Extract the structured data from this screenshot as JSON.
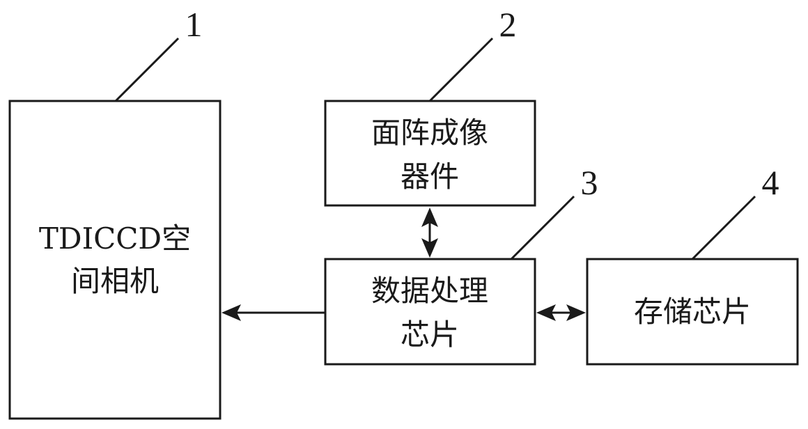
{
  "blocks": {
    "camera": {
      "number": "1",
      "lines": [
        "TDICCD空",
        "间相机"
      ]
    },
    "area_imager": {
      "number": "2",
      "lines": [
        "面阵成像",
        "器件"
      ]
    },
    "processor": {
      "number": "3",
      "lines": [
        "数据处理",
        "芯片"
      ]
    },
    "storage": {
      "number": "4",
      "lines": [
        "存储芯片"
      ]
    }
  },
  "connections": [
    {
      "from": "processor",
      "to": "camera",
      "direction": "one-way"
    },
    {
      "from": "area_imager",
      "to": "processor",
      "direction": "two-way"
    },
    {
      "from": "processor",
      "to": "storage",
      "direction": "two-way"
    }
  ],
  "colors": {
    "ink": "#1a1a1a",
    "background": "#ffffff"
  }
}
